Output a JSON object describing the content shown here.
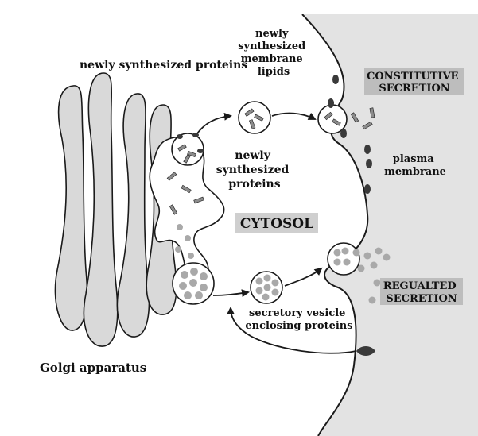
{
  "labels": {
    "newly_synth_proteins_top": "newly synthesized proteins",
    "newly_synth_lipids": [
      "newly",
      "synthesized",
      "membrane",
      "lipids"
    ],
    "newly_synth_proteins_mid": [
      "newly",
      "synthesized",
      "proteins"
    ],
    "constitutive": [
      "CONSTITUTIVE",
      "SECRETION"
    ],
    "plasma_membrane": [
      "plasma",
      "membrane"
    ],
    "cytosol": "CYTOSOL",
    "regulated": [
      "REGUALTED",
      "SECRETION"
    ],
    "secretory_vesicle": [
      "secretory vesicle",
      "enclosing proteins"
    ],
    "golgi": "Golgi apparatus"
  },
  "colors": {
    "line": "#1a1a1a",
    "golgi_fill": "#d9d9d9",
    "extracellular": "#e3e3e3",
    "label_box": "#bdbdbd",
    "protein_rod": "#8c8c8c",
    "secretory_dot": "#a9a9a9",
    "membrane_protein": "#3a3a3a"
  },
  "icons": {
    "golgi": "golgi-cisternae-shape",
    "vesicle": "vesicle-circle",
    "arrow": "curved-arrow"
  }
}
